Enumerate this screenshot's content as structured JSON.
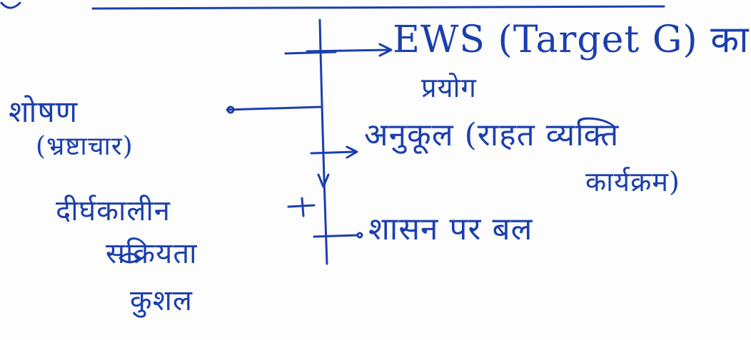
{
  "ink_color": "#1b3fae",
  "notes": {
    "left": {
      "line1": "शोषण",
      "line2": "(भ्रष्टाचार)",
      "line3": "दीर्घकालीन",
      "line4": "सक्रियता",
      "line5": "कुशल"
    },
    "right": {
      "item1_line1": "EWS (Target G) का",
      "item1_line2": "प्रयोग",
      "item2_line1": "अनुकूल (राहत व्यक्ति",
      "item2_line2": "कार्यक्रम)",
      "item3": "शासन पर बल"
    }
  }
}
